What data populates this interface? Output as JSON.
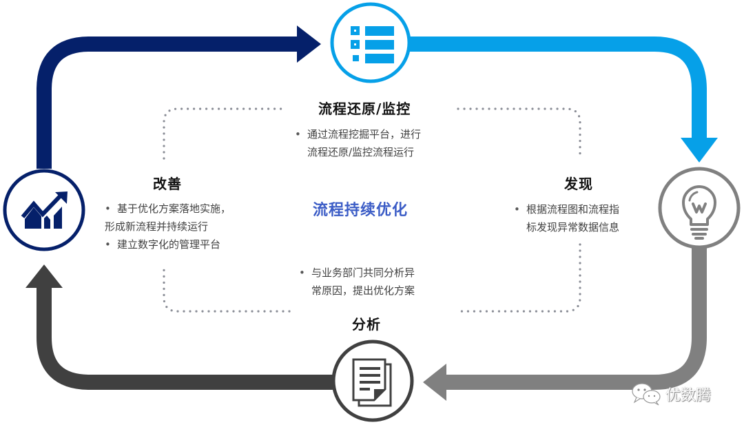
{
  "colors": {
    "navy": "#05206a",
    "blue": "#06a0e8",
    "gray": "#808080",
    "dark": "#404040",
    "center_title": "#3b5cc6",
    "dots": "#8a8d96"
  },
  "center_title": "流程持续优化",
  "stages": {
    "restore": {
      "title": "流程还原/监控",
      "icon": "list-icon",
      "bullets": [
        [
          "通过流程挖掘平台，进行",
          "流程还原/监控流程运行"
        ]
      ]
    },
    "discover": {
      "title": "发现",
      "icon": "lightbulb-icon",
      "bullets": [
        [
          "根据流程图和流程指",
          "标发现异常数据信息"
        ]
      ]
    },
    "analyze": {
      "title": "分析",
      "icon": "document-icon",
      "bullets": [
        [
          "与业务部门共同分析异",
          "常原因，提出优化方案"
        ]
      ]
    },
    "improve": {
      "title": "改善",
      "icon": "growth-chart-icon",
      "bullets": [
        [
          "基于优化方案落地实施，",
          "形成新流程并持续运行"
        ],
        [
          "建立数字化的管理平台"
        ]
      ]
    }
  },
  "watermark": {
    "icon": "wechat-icon",
    "text": "优数腾"
  }
}
